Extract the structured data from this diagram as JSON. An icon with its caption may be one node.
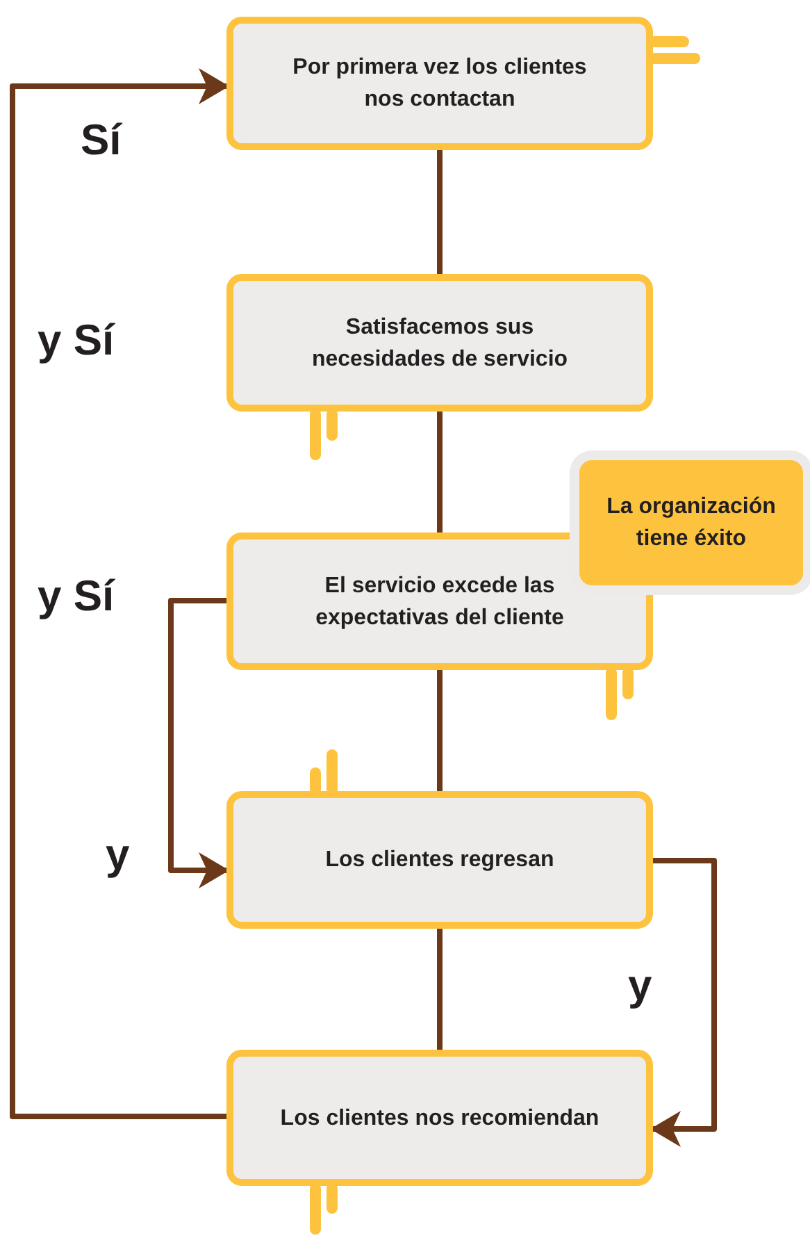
{
  "diagram": {
    "nodes": [
      {
        "text": [
          "Por primera vez los clientes nos contactan"
        ]
      },
      {
        "text": [
          "Satisfacemos sus necesidades de servicio"
        ]
      },
      {
        "text": [
          "El servicio excede las expectativas del cliente"
        ]
      },
      {
        "text": [
          "La organización tiene éxito"
        ]
      },
      {
        "text": [
          "Los clientes regresan"
        ]
      },
      {
        "text": [
          "Los clientes nos recomiendan"
        ]
      }
    ],
    "edges": [
      {
        "from": 0,
        "to": 1,
        "arrow": "none"
      },
      {
        "from": 1,
        "to": 2,
        "arrow": "none"
      },
      {
        "from": 2,
        "to": 4,
        "arrow": "none"
      },
      {
        "from": 4,
        "to": 5,
        "arrow": "none"
      },
      {
        "from": 2,
        "to": 4,
        "arrow": "to"
      },
      {
        "from": 4,
        "to": 5,
        "arrow": "to"
      },
      {
        "from": 5,
        "to": 0,
        "arrow": "to"
      }
    ],
    "labels": [
      "Sí",
      "y Sí",
      "y Sí",
      "y",
      "y"
    ]
  }
}
